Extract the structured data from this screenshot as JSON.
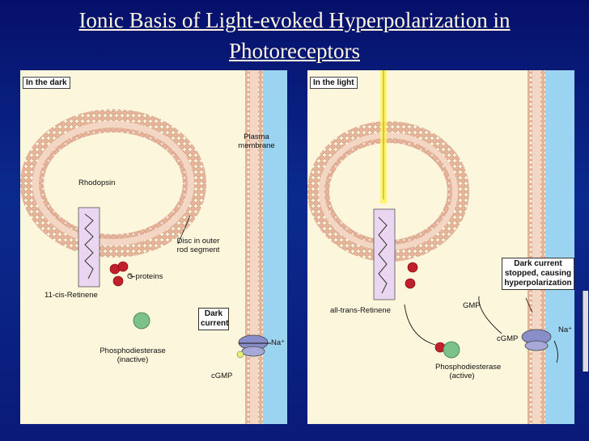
{
  "title": {
    "line1": "Ionic Basis of Light-evoked Hyperpolarization in",
    "line2": "Photoreceptors"
  },
  "dark_panel": {
    "tag": "In the dark",
    "membrane_label": "Plasma membrane",
    "rhodopsin": "Rhodopsin",
    "disc": "Disc in outer rod segment",
    "gproteins": "G-proteins",
    "retinene": "11-cis-Retinene",
    "pde": "Phosphodiesterase (inactive)",
    "current": "Dark current",
    "cgmp": "cGMP",
    "na": "Na⁺"
  },
  "light_panel": {
    "tag": "In the light",
    "retinene": "all-trans-Retinene",
    "pde": "Phosphodiesterase (active)",
    "gmp": "GMP",
    "cgmp": "cGMP",
    "box": "Dark current stopped, causing hyperpolarization",
    "na": "Na⁺"
  },
  "colors": {
    "membrane": "#9ad4f0",
    "lipid": "#e8b49a",
    "gprotein": "#c0202c",
    "pde": "#7cc08a",
    "channel": "#8a8ec8"
  }
}
